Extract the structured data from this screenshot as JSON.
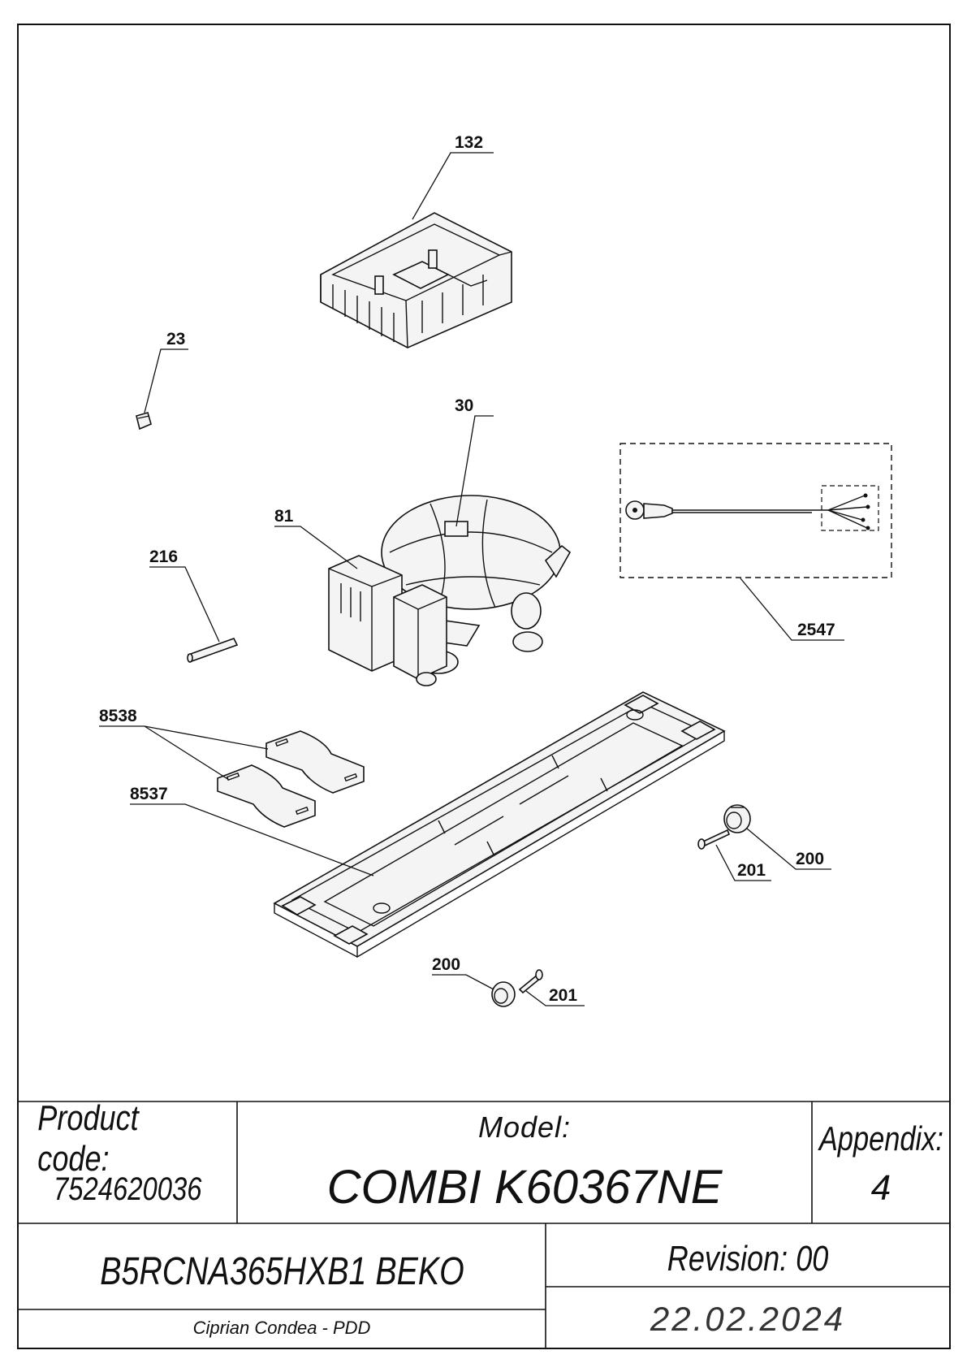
{
  "callouts": {
    "c132": "132",
    "c23": "23",
    "c30": "30",
    "c81": "81",
    "c216": "216",
    "c2547": "2547",
    "c8538": "8538",
    "c8537": "8537",
    "c201a": "201",
    "c200a": "200",
    "c200b": "200",
    "c201b": "201"
  },
  "title_block": {
    "product_code_label": "Product code:",
    "product_code": "7524620036",
    "model_label": "Model:",
    "model": "COMBI K60367NE",
    "appendix_label": "Appendix:",
    "appendix": "4",
    "sku": "B5RCNA365HXB1 BEKO",
    "author": "Ciprian Condea - PDD",
    "revision": "Revision: 00",
    "date": "22.02.2024"
  }
}
